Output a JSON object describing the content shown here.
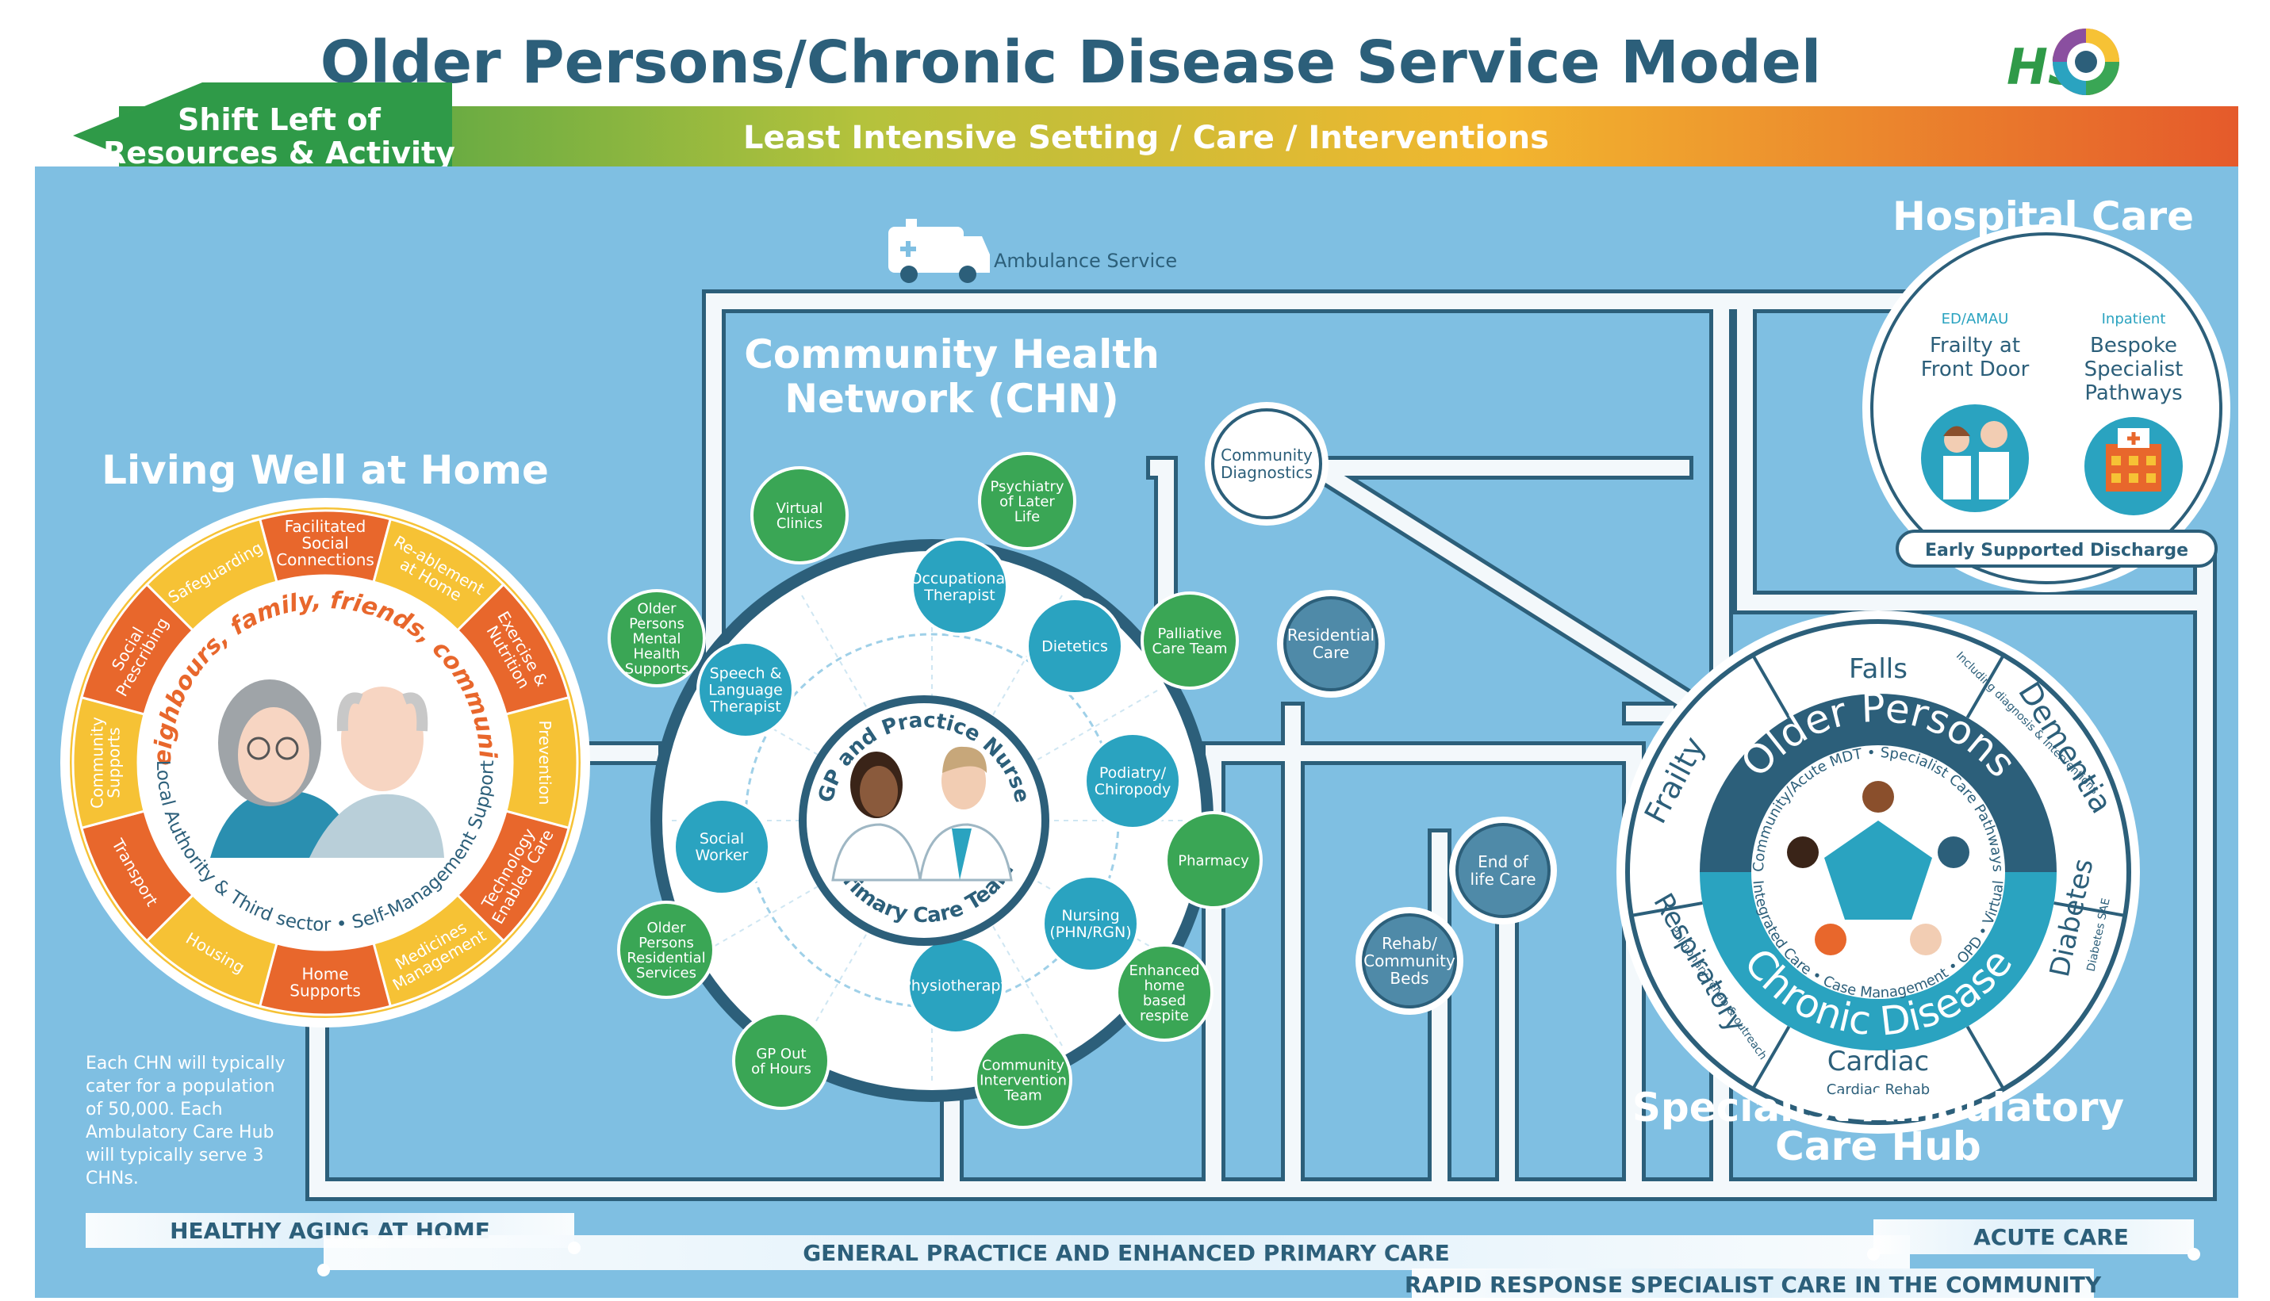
{
  "title": "Older Persons/Chronic Disease Service Model",
  "logos": {
    "hse": "HSE",
    "emblem": "emblem-icon"
  },
  "banner": {
    "arrow_text": [
      "Shift Left of",
      "Resources & Activity"
    ],
    "setting_text": "Least Intensive Setting / Care / Interventions"
  },
  "ambulance": {
    "icon": "ambulance-icon",
    "label": "Ambulance Service"
  },
  "living_well": {
    "title": "Living Well at Home",
    "segments": [
      [
        "Facilitated",
        "Social",
        "Connections"
      ],
      [
        "Re-ablement",
        "at Home"
      ],
      [
        "Exercise &",
        "Nutrition"
      ],
      [
        "Prevention"
      ],
      [
        "Technology",
        "Enabled Care"
      ],
      [
        "Medicines",
        "Management"
      ],
      [
        "Home",
        "Supports"
      ],
      [
        "Housing"
      ],
      [
        "Transport"
      ],
      [
        "Community",
        "Supports"
      ],
      [
        "Social",
        "Prescribing"
      ],
      [
        "Safeguarding"
      ]
    ],
    "inner_top": "Neighbours, family, friends, community",
    "inner_bottom": "Local Authority & Third sector • Self-Management Support",
    "icon": "older-couple-icon"
  },
  "note": [
    "Each CHN will typically",
    "cater for a population",
    "of 50,000. Each",
    "Ambulatory Care Hub",
    "will typically serve 3",
    "CHNs."
  ],
  "chn": {
    "title": [
      "Community Health",
      "Network (CHN)"
    ],
    "core_top": "GP and Practice Nurse",
    "core_bottom": "Primary Care Team",
    "core_icon": "gp-nurse-icon",
    "inner": [
      [
        "Occupational",
        "Therapist"
      ],
      [
        "Dietetics"
      ],
      [
        "Podiatry/",
        "Chiropody"
      ],
      [
        "Nursing",
        "(PHN/RGN)"
      ],
      [
        "Physiotherapy"
      ],
      [
        "Social",
        "Worker"
      ],
      [
        "Speech &",
        "Language",
        "Therapist"
      ]
    ],
    "outer": [
      [
        "Psychiatry",
        "of Later",
        "Life"
      ],
      [
        "Palliative",
        "Care Team"
      ],
      [
        "Pharmacy"
      ],
      [
        "Enhanced",
        "home",
        "based",
        "respite"
      ],
      [
        "Community",
        "Intervention",
        "Team"
      ],
      [
        "GP Out",
        "of Hours"
      ],
      [
        "Older",
        "Persons",
        "Residential",
        "Services"
      ],
      [
        "Older",
        "Persons",
        "Mental",
        "Health",
        "Supports"
      ],
      [
        "Virtual",
        "Clinics"
      ]
    ]
  },
  "nodes": {
    "community_diagnostics": [
      "Community",
      "Diagnostics"
    ],
    "residential_care": [
      "Residential",
      "Care"
    ],
    "rehab_community_beds": [
      "Rehab/",
      "Community",
      "Beds"
    ],
    "end_of_life_care": [
      "End of",
      "life Care"
    ]
  },
  "hospital": {
    "title": "Hospital Care",
    "col1_small": "ED/AMAU",
    "col1": [
      "Frailty at",
      "Front Door"
    ],
    "col2_small": "Inpatient",
    "col2": [
      "Bespoke",
      "Specialist",
      "Pathways"
    ],
    "icon1": "doctors-icon",
    "icon2": "hospital-icon",
    "discharge": "Early Supported Discharge"
  },
  "hub": {
    "title": [
      "Specialist Ambulatory",
      "Care Hub"
    ],
    "older_persons": "Older Persons",
    "chronic_disease": "Chronic Disease",
    "inner_top": "Community/Acute MDT • Specialist Care Pathways",
    "inner_bottom": "Integrated Care • Case Management • OPD • Virtual",
    "segments": {
      "falls": "Falls",
      "dementia": "Dementia",
      "dementia_sub": "Including diagnosis & interventions",
      "frailty": "Frailty",
      "respiratory": "Respiratory",
      "respiratory_sub": "Pulmonary rehab & outreach",
      "cardiac": "Cardiac",
      "cardiac_sub": "Cardiac Rehab",
      "diabetes": "Diabetes",
      "diabetes_sub": "Diabetes SAE"
    },
    "icon": "mdt-team-icon"
  },
  "bottom": {
    "healthy": "HEALTHY AGING AT HOME",
    "general": "GENERAL PRACTICE AND ENHANCED PRIMARY CARE",
    "acute": "ACUTE CARE",
    "rapid": "RAPID RESPONSE SPECIALIST CARE IN THE COMMUNITY"
  },
  "colors": {
    "panel": "#7fbfe2",
    "navy": "#2c5f7a",
    "road": "#f3f8fb",
    "green": "#3aa655",
    "teal": "#2aa3c0",
    "orange": "#e8672c",
    "yellow": "#f6c235"
  }
}
